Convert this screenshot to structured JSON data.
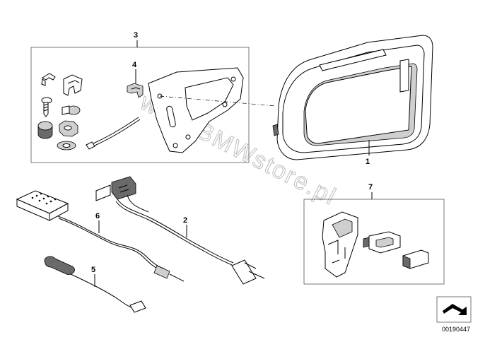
{
  "callouts": {
    "c1": "1",
    "c2": "2",
    "c3": "3",
    "c4": "4",
    "c5": "5",
    "c6": "6",
    "c7": "7"
  },
  "watermark": "www.BMWstore.pl",
  "doc_id": "00190447",
  "icons": {
    "corner": "arrow-frame-icon"
  }
}
